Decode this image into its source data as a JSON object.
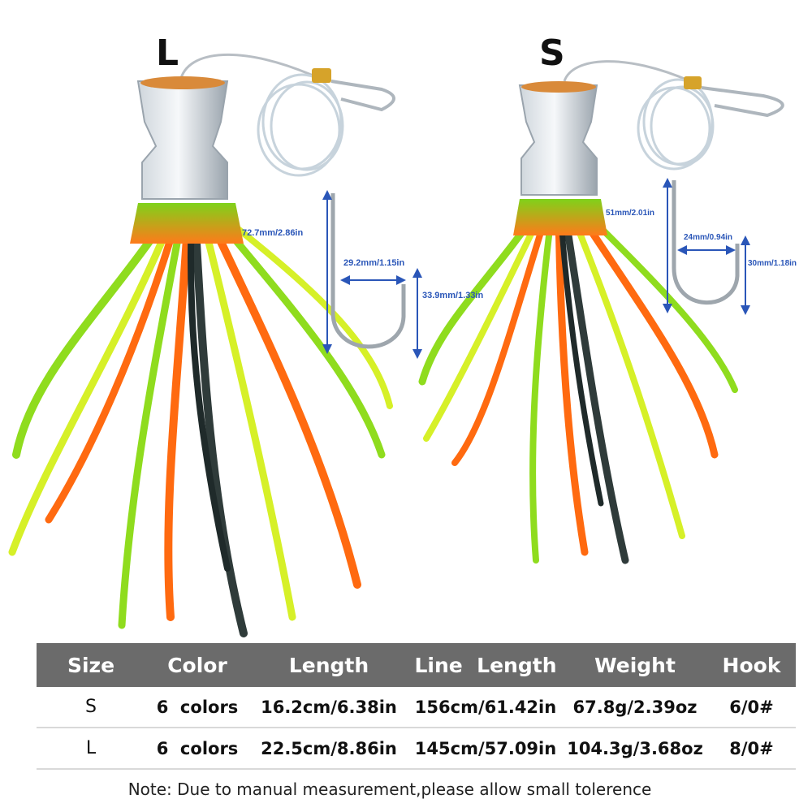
{
  "lures": {
    "large": {
      "label": "L",
      "dimensions": {
        "overall_height": "72.7mm/2.86in",
        "gap_width": "29.2mm/1.15in",
        "bend_height": "33.9mm/1.33in"
      }
    },
    "small": {
      "label": "S",
      "dimensions": {
        "overall_height": "51mm/2.01in",
        "gap_width": "24mm/0.94in",
        "bend_height": "30mm/1.18in"
      }
    }
  },
  "colors": {
    "header_bg": "#6b6b6b",
    "dimension_text": "#2a56b8",
    "skirt_green": "#8fdc1e",
    "skirt_yellow": "#d6f028",
    "skirt_orange": "#ff6a10"
  },
  "spec_table": {
    "headers": [
      "Size",
      "Color",
      "Length",
      "Line  Length",
      "Weight",
      "Hook"
    ],
    "rows": [
      [
        "S",
        "6  colors",
        "16.2cm/6.38in",
        "156cm/61.42in",
        "67.8g/2.39oz",
        "6/0#"
      ],
      [
        "L",
        "6  colors",
        "22.5cm/8.86in",
        "145cm/57.09in",
        "104.3g/3.68oz",
        "8/0#"
      ]
    ]
  },
  "note": "Note: Due to manual measurement,please allow small tolerence"
}
